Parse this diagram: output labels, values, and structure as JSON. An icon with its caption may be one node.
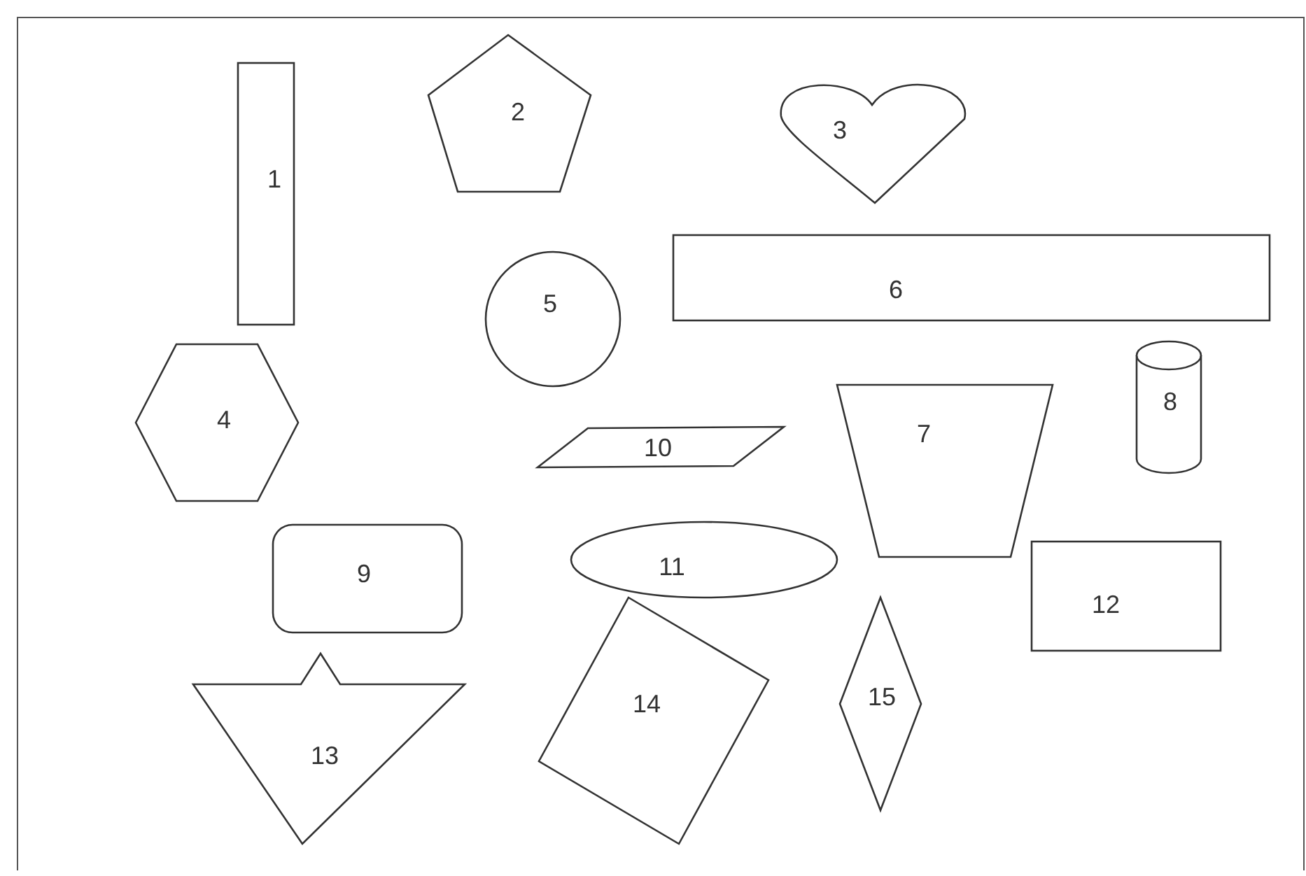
{
  "diagram": {
    "nodes": [
      {
        "text": [
          "1"
        ]
      },
      {
        "text": [
          "2"
        ]
      },
      {
        "text": [
          "3"
        ]
      },
      {
        "text": [
          "4"
        ]
      },
      {
        "text": [
          "5"
        ]
      },
      {
        "text": [
          "6"
        ]
      },
      {
        "text": [
          "7"
        ]
      },
      {
        "text": [
          "8"
        ]
      },
      {
        "text": [
          "9"
        ]
      },
      {
        "text": [
          "10"
        ]
      },
      {
        "text": [
          "11"
        ]
      },
      {
        "text": [
          "12"
        ]
      },
      {
        "text": [
          "13"
        ]
      },
      {
        "text": [
          "14"
        ]
      },
      {
        "text": [
          "15"
        ]
      }
    ]
  }
}
